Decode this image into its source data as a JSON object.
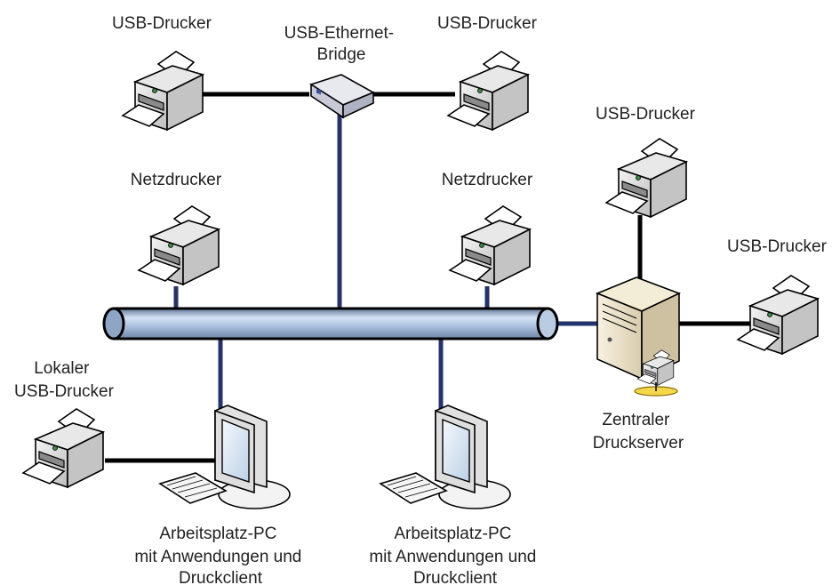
{
  "colors": {
    "background": "#ffffff",
    "backbone_fill": "#a9bfdc",
    "backbone_highlight": "#d3e1f2",
    "network_cable": "#23336e",
    "usb_cable": "#000000",
    "device_body": "#d8d8d8",
    "server_body": "#ece4cc"
  },
  "labels": {
    "usb_printer_top_left": "USB-Drucker",
    "bridge": [
      "USB-Ethernet-",
      "Bridge"
    ],
    "usb_printer_top_right": "USB-Drucker",
    "usb_printer_server_top": "USB-Drucker",
    "usb_printer_server_right": "USB-Drucker",
    "network_printer_left": "Netzdrucker",
    "network_printer_right": "Netzdrucker",
    "local_usb_printer": [
      "Lokaler",
      "USB-Drucker"
    ],
    "print_server": [
      "Zentraler",
      "Druckserver"
    ],
    "workstation_left": [
      "Arbeitsplatz-PC",
      "mit Anwendungen und",
      "Druckclient"
    ],
    "workstation_right": [
      "Arbeitsplatz-PC",
      "mit Anwendungen und",
      "Druckclient"
    ]
  },
  "icons": {
    "printer": "printer-icon",
    "bridge": "usb-ethernet-bridge-icon",
    "server": "server-icon",
    "workstation": "workstation-icon",
    "backbone": "network-backbone"
  }
}
